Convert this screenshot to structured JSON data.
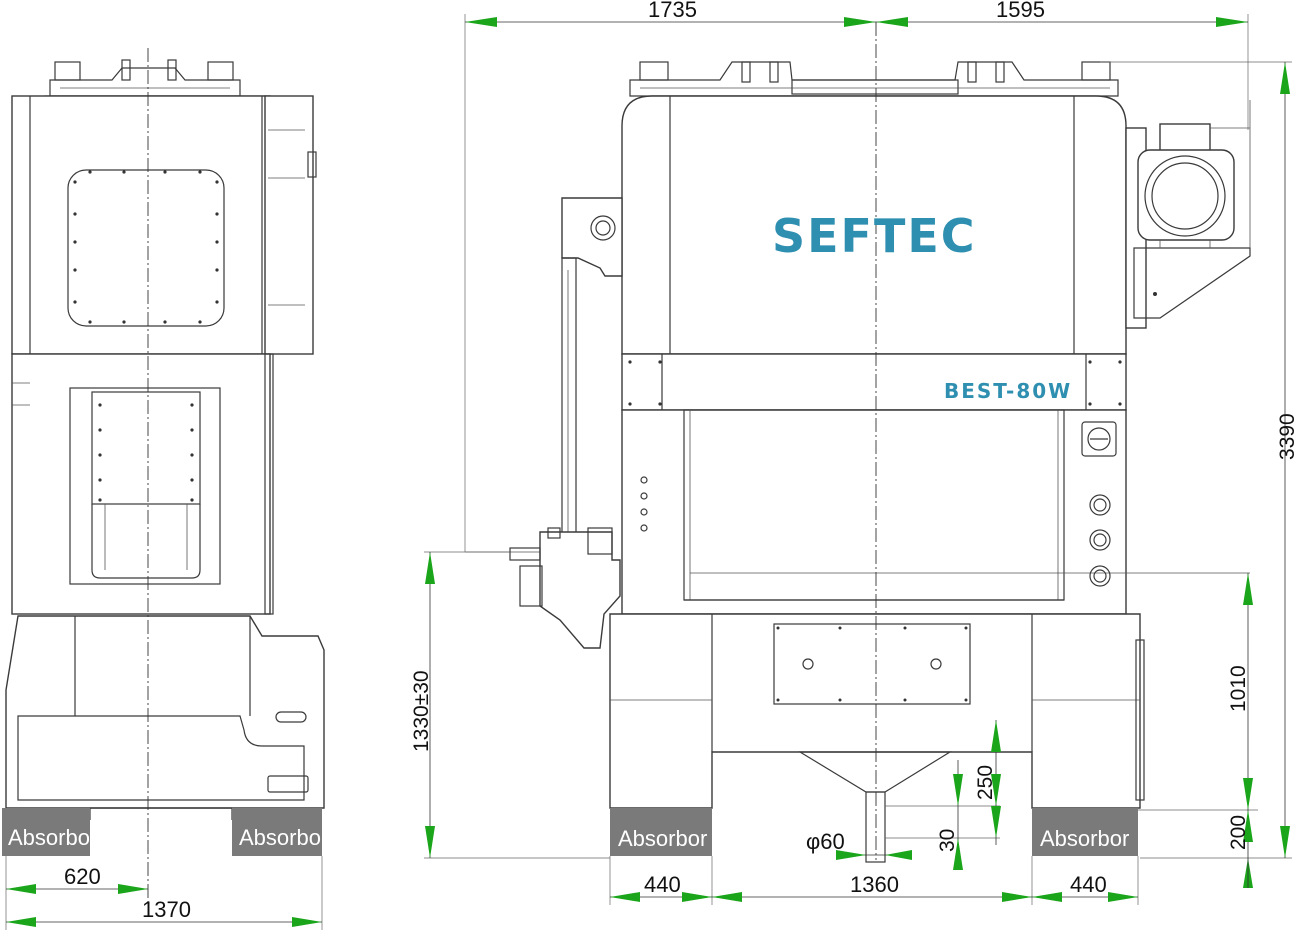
{
  "brand": {
    "logo_text": "SEFTEC",
    "model_text": "BEST-80W"
  },
  "colors": {
    "brand": "#2f8fb0",
    "dimension_arrow": "#1aa51a",
    "absorbor_fill": "#7a7a7a",
    "line": "#3a3a3a"
  },
  "dimensions": {
    "top_left_width": "1735",
    "top_right_width": "1595",
    "overall_height": "3390",
    "bolster_height": "1330±30",
    "table_height": "1010",
    "bed_depth": "250",
    "foot_height": "200",
    "outlet_height": "30",
    "outlet_diameter": "φ60",
    "foot_width_left": "440",
    "foot_gap": "1360",
    "foot_width_right": "440",
    "side_half_width": "620",
    "side_total_width": "1370"
  },
  "absorbors": {
    "side_left": "Absorbor",
    "side_right": "Absorbor",
    "front_left": "Absorbor",
    "front_right": "Absorbor"
  }
}
